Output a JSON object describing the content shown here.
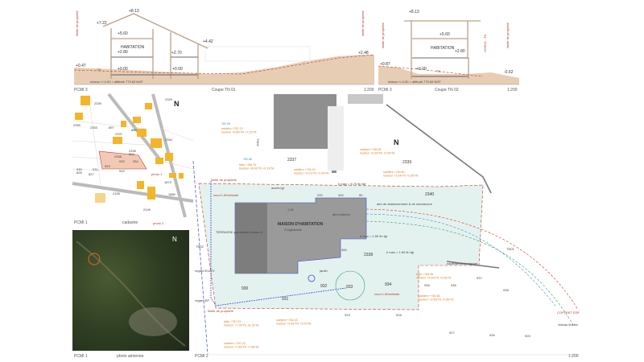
{
  "colors": {
    "ground": "#e7cdb3",
    "building_gray": "#8f8f8f",
    "parcel_fill": "#e4f2ef",
    "cadastre_house": "#f3b52a",
    "selected_parcel": "#f2c9b4",
    "property_limit": "#c0392b",
    "blue_line": "#3a4fd0",
    "green_line": "#3aa05a",
    "orange_text": "#d9822b"
  },
  "section1": {
    "board": "PCMI 3",
    "title": "Coupe TN 01",
    "scale": "1:200",
    "room": "HABITATION",
    "levels": [
      "+8.13",
      "+7.22",
      "+5.60",
      "+4.42",
      "+2.80",
      "+2.70",
      "+0.00",
      "+0.00",
      "+0.47",
      "+2.48"
    ],
    "reference": "niveau +/-0.00 = altitude 779.63 NGF",
    "tn_label": "TN",
    "limit": "limite de propriété"
  },
  "section2": {
    "board": "PCMI 3",
    "title": "Coupe TN 02",
    "scale": "1:200",
    "room": "HABITATION",
    "levels": [
      "+8.13",
      "+5.60",
      "+2.80",
      "+0.00",
      "+0.87",
      "-0.52"
    ],
    "reference": "niveau +/-0.00 = altitude 779.63 NGF",
    "tn_label": "TN",
    "side_label": "VOISIN - TN",
    "limit": "limite de propriété"
  },
  "cadastre": {
    "board": "PCMI 1",
    "title": "cadastre",
    "photo1": "photo 1",
    "photo2": "photo 2",
    "north": "N",
    "parcels": [
      "2339",
      "2329",
      "2350",
      "2353",
      "2354",
      "897",
      "2337",
      "880",
      "2338",
      "933",
      "934",
      "929",
      "930",
      "931",
      "932",
      "828",
      "827",
      "2335",
      "899",
      "2155",
      "2149",
      "1879",
      "1880"
    ]
  },
  "aerial": {
    "board": "PCMI 1",
    "title": "photo aérienne",
    "north": "N"
  },
  "site_plan": {
    "board": "PCMI 2",
    "scale": "1:200",
    "north": "N",
    "house_title": "MAISON D'HABITATION",
    "house_sub": "2 logements",
    "terrace": "TERRASSE perméable niveau 0",
    "access": "accès lgt",
    "parking": "aire de stationnement & de manoeuvre",
    "shelter": "abri voitures",
    "garden": "jardin",
    "parcels": [
      "2337",
      "2339",
      "2340",
      "2338",
      "930",
      "931",
      "932",
      "933",
      "934",
      "935",
      "936",
      "937",
      "938",
      "929",
      "928",
      "927",
      "926",
      "925"
    ],
    "tn_labels": [
      "TN02",
      "TN01"
    ],
    "hmax1": "h max = 6.70 fin fgt",
    "hmax2": "h max = 1.50 fin fgt",
    "hmax3": "h max = 1.60 fin fgt",
    "setback1": "recul 1.80m/limite",
    "setback2": "recul 1.80m/limite",
    "limit": "limite de propriété",
    "retaining": "soutènement existant",
    "dims": [
      "220",
      "420",
      "50",
      "360",
      "1.40"
    ],
    "annotations": [
      {
        "l1": "sablière +787.23",
        "l2": "hauteur +6.80/TN +7.22/TA"
      },
      {
        "l1": "faîte +788.76",
        "l2": "hauteur +8.00/TN +9.13/TA"
      },
      {
        "l1": "sablière +784.43",
        "l2": "hauteur +4.21/TN +3.94/TA"
      },
      {
        "l1": "sablière +785.80",
        "l2": "hauteur +5.00/TN +2.90/TA"
      },
      {
        "l1": "sablière +783.80",
        "l2": "hauteur +3.04/TN +2.50/TA"
      },
      {
        "l1": "faîte +786.98",
        "l2": "hauteur +4.90/TN +4.06/TA"
      },
      {
        "l1": "sablière +782.80",
        "l2": "hauteur +3.96/TN +2.80/TA"
      },
      {
        "l1": "sablière +784.43",
        "l2": "hauteur +4.80/TN +4.07/TA"
      },
      {
        "l1": "faîte +787.23",
        "l2": "hauteur +7.25/TN +8.15/TA"
      },
      {
        "l1": "sablière +787.23",
        "l2": "hauteur +7.86/TN +7.88/TA"
      }
    ],
    "levels_blue": [
      "782.99",
      "781.86"
    ],
    "connection": "regard EU/EV",
    "connector": "regard EP",
    "outlet1": "COFFRET EDF",
    "outlet2": "réseau fluides"
  }
}
